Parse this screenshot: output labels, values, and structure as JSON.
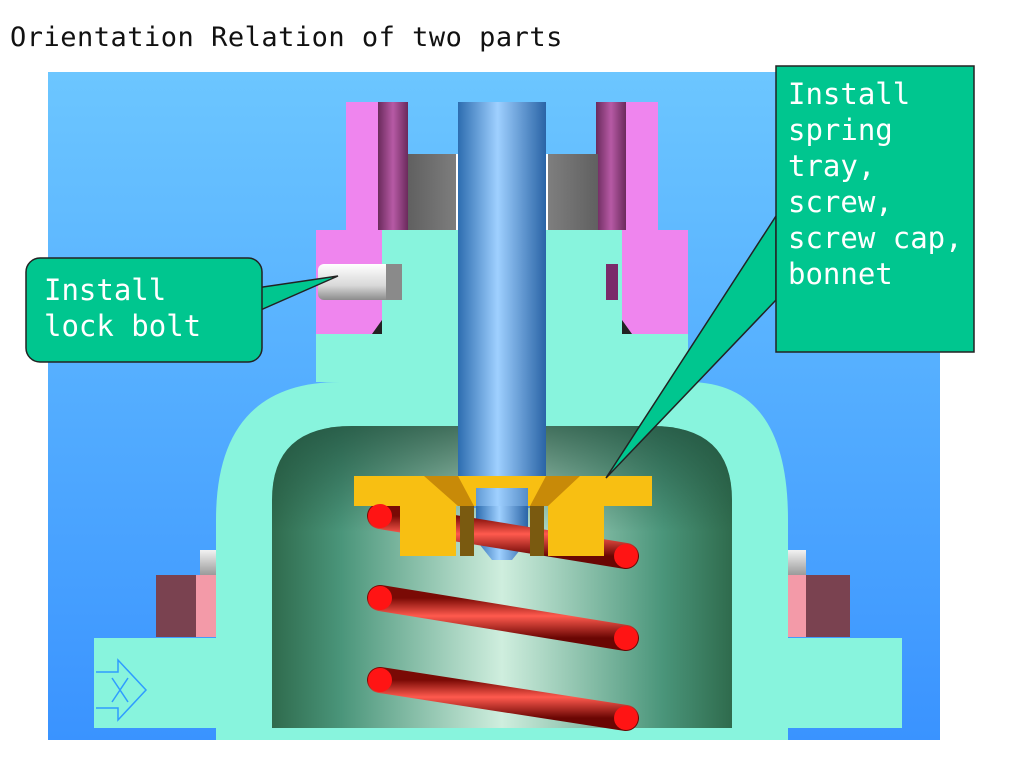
{
  "title": "Orientation Relation of two parts",
  "callouts": {
    "lock_bolt": "Install\nlock bolt",
    "spring_tray": "Install\nspring\ntray,\nscrew,\nscrew cap,\nbonnet"
  },
  "colors": {
    "background": "#3f9bff",
    "valve_body": "#88f4dd",
    "bonnet": "#ef85ee",
    "spring_tray": "#f8bf12",
    "spring": "#d81810",
    "callout": "#00c68f"
  }
}
